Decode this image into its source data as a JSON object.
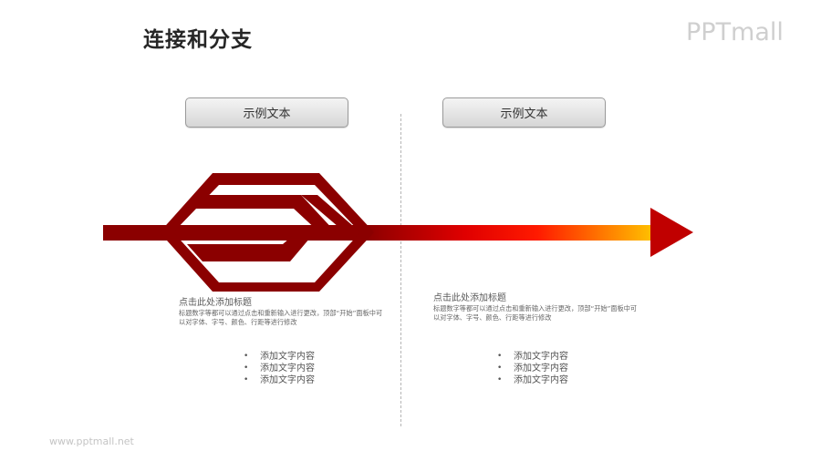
{
  "header": {
    "title": "连接和分支",
    "logo": "PPTmall"
  },
  "labels": {
    "left": "示例文本",
    "right": "示例文本"
  },
  "sections": {
    "left": {
      "heading": "点击此处添加标题",
      "body": "标题数字等都可以通过点击和重新输入进行更改，顶部“开始”面板中可以对字体、字号、颜色、行距等进行修改",
      "bullets": [
        "添加文字内容",
        "添加文字内容",
        "添加文字内容"
      ]
    },
    "right": {
      "heading": "点击此处添加标题",
      "body": "标题数字等都可以通过点击和重新输入进行更改，顶部“开始”面板中可以对字体、字号、颜色、行距等进行修改",
      "bullets": [
        "添加文字内容",
        "添加文字内容",
        "添加文字内容"
      ]
    }
  },
  "footer": {
    "url": "www.pptmall.net"
  },
  "colors": {
    "dark_red": "#8b0000",
    "arrow_red": "#c00000",
    "gradient_mid": "#ff1a00",
    "gradient_end": "#ffc000",
    "title_text": "#262626",
    "logo_gray": "#cfcfcf"
  }
}
